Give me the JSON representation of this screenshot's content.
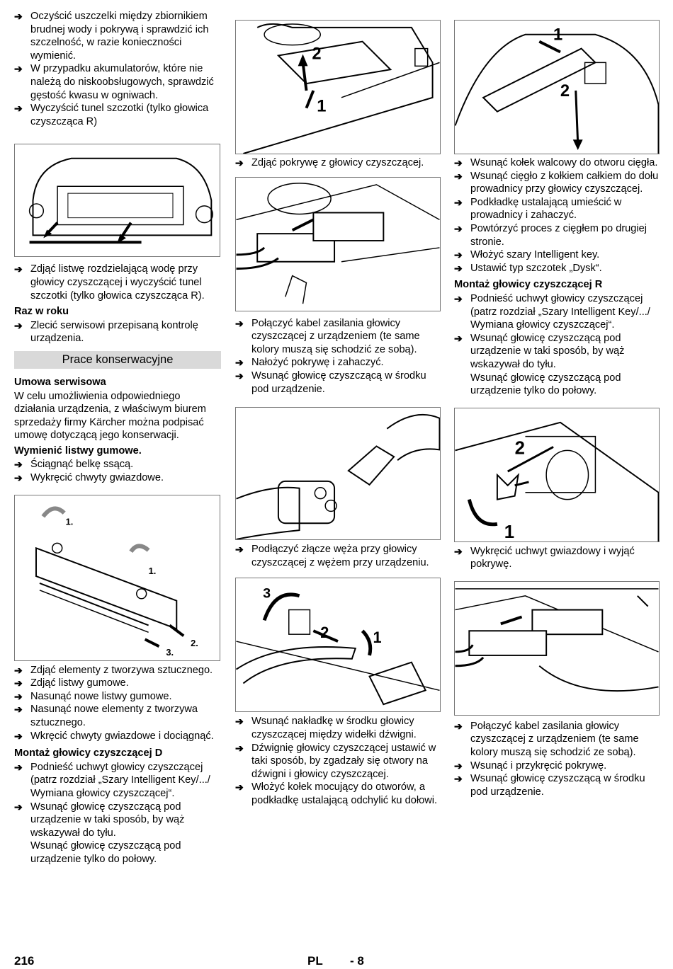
{
  "col1": {
    "intro_steps": [
      "Oczyścić uszczelki między zbiornikiem brudnej wody i pokrywą i sprawdzić ich szczelność, w razie konieczności wymienić.",
      "W przypadku akumulatorów, które nie należą do niskoobsługowych, sprawdzić gęstość kwasu w ogniwach.",
      "Wyczyścić tunel szczotki (tylko głowica czyszcząca R)"
    ],
    "after_fig1_steps": [
      "Zdjąć listwę rozdzielającą wodę przy głowicy czyszczącej i wyczyścić tunel szczotki (tylko głowica czyszcząca R)."
    ],
    "yearly_heading": "Raz w roku",
    "yearly_steps": [
      "Zlecić serwisowi przepisaną kontrolę urządzenia."
    ],
    "banner": "Prace konserwacyjne",
    "contract_heading": "Umowa serwisowa",
    "contract_text": "W celu umożliwienia odpowiedniego działania urządzenia, z właściwym biurem sprzedaży firmy Kärcher można podpisać umowę dotyczącą jego konserwacji.",
    "rubber_heading": "Wymienić listwy gumowe.",
    "rubber_steps": [
      "Ściągnąć belkę ssącą.",
      "Wykręcić chwyty gwiazdowe."
    ],
    "fig2_labels": [
      "1.",
      "1.",
      "2.",
      "3."
    ],
    "after_fig2_steps": [
      "Zdjąć elementy z tworzywa sztucznego.",
      "Zdjąć listwy gumowe.",
      "Nasunąć nowe listwy gumowe.",
      "Nasunąć nowe elementy z tworzywa sztucznego.",
      "Wkręcić chwyty gwiazdowe i dociągnąć."
    ],
    "mount_d_heading": "Montaż głowicy czyszczącej D",
    "mount_d_steps": [
      "Podnieść uchwyt głowicy czyszczącej (patrz rozdział „Szary Intelligent Key/.../ Wymiana głowicy czyszczącej“.",
      "Wsunąć głowicę czyszczącą pod urządzenie w taki sposób, by wąż wskazywał do tyłu."
    ],
    "mount_d_note": "Wsunąć głowicę czyszczącą pod urządzenie tylko do połowy."
  },
  "col2": {
    "fig1_labels": [
      "2",
      "1"
    ],
    "after_fig1_steps": [
      "Zdjąć pokrywę z głowicy czyszczącej."
    ],
    "after_fig2_steps": [
      "Połączyć kabel zasilania głowicy czyszczącej z urządzeniem (te same kolory muszą się schodzić ze sobą).",
      "Nałożyć pokrywę i zahaczyć.",
      "Wsunąć głowicę czyszczącą w środku pod urządzenie."
    ],
    "after_fig3_steps": [
      "Podłączyć złącze węża przy głowicy czyszczącej z wężem przy urządzeniu."
    ],
    "fig4_labels": [
      "3",
      "2",
      "1"
    ],
    "after_fig4_steps": [
      "Wsunąć nakładkę w środku głowicy czyszczącej między widełki dźwigni.",
      "Dźwignię głowicy czyszczącej ustawić w taki sposób, by zgadzały się otwory na dźwigni i głowicy czyszczącej.",
      "Włożyć kołek mocujący do otworów, a podkładkę ustalającą odchylić ku dołowi."
    ]
  },
  "col3": {
    "fig1_labels": [
      "1",
      "2"
    ],
    "after_fig1_steps": [
      "Wsunąć kołek walcowy do otworu cięgła.",
      "Wsunąć cięgło z kołkiem całkiem do dołu prowadnicy przy głowicy czyszczącej.",
      "Podkładkę ustalającą umieścić w prowadnicy i zahaczyć.",
      "Powtórzyć proces z cięgłem po drugiej stronie.",
      "Włożyć szary Intelligent key.",
      "Ustawić typ szczotek „Dysk“."
    ],
    "mount_r_heading": "Montaż głowicy czyszczącej R",
    "mount_r_steps": [
      "Podnieść uchwyt głowicy czyszczącej (patrz rozdział „Szary Intelligent Key/.../ Wymiana głowicy czyszczącej“.",
      "Wsunąć głowicę czyszczącą pod urządzenie w taki sposób, by wąż wskazywał do tyłu."
    ],
    "mount_r_note": "Wsunąć głowicę czyszczącą pod urządzenie tylko do połowy.",
    "fig2_labels": [
      "2",
      "1"
    ],
    "after_fig2_steps": [
      "Wykręcić uchwyt gwiazdowy i wyjąć pokrywę."
    ],
    "after_fig3_steps": [
      "Połączyć kabel zasilania głowicy czyszczącej z urządzeniem (te same kolory muszą się schodzić ze sobą).",
      "Wsunąć i przykręcić pokrywę.",
      "Wsunąć głowicę czyszczącą w środku pod urządzenie."
    ]
  },
  "footer": {
    "page_number": "216",
    "language": "PL",
    "sub_page": "- 8"
  }
}
